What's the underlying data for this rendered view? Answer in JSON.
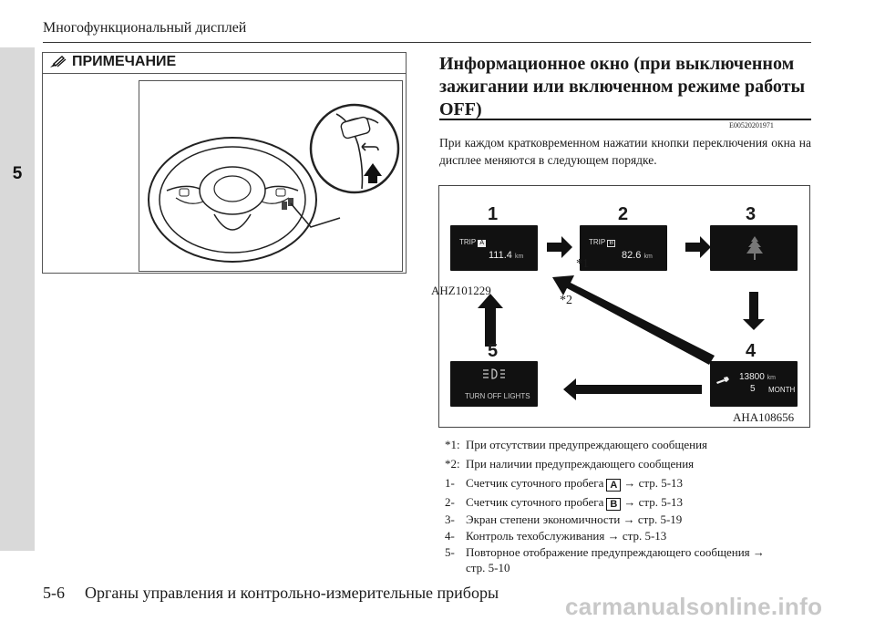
{
  "header": {
    "title": "Многофункциональный дисплей"
  },
  "chapter_tab": {
    "number": "5"
  },
  "note": {
    "heading": "ПРИМЕЧАНИЕ",
    "image_code": "AHZ101229"
  },
  "section": {
    "title": "Информационное окно (при выключенном зажигании или включенном режиме работы OFF)",
    "code": "E00520201971",
    "intro": "При каждом кратковременном нажатии кнопки переключения окна на дисплее меняются в следующем порядке."
  },
  "diagram": {
    "image_code": "AHA108656",
    "screens": [
      {
        "number": "1",
        "trip_label": "TRIP",
        "badge": "A",
        "value": "111.4",
        "unit": "km"
      },
      {
        "number": "2",
        "trip_label": "TRIP",
        "badge": "B",
        "value": "82.6",
        "unit": "km"
      },
      {
        "number": "3"
      },
      {
        "number": "4",
        "odo": "13800",
        "odo_unit": "km",
        "months": "5",
        "months_label": "MONTH"
      },
      {
        "number": "5",
        "warning_text": "TURN OFF LIGHTS"
      }
    ],
    "star1": "*1",
    "star2": "*2"
  },
  "footnotes": [
    {
      "key": "*1:",
      "text": "При отсутствии предупреждающего сообщения"
    },
    {
      "key": "*2:",
      "text": "При наличии предупреждающего сообщения"
    },
    {
      "key": "1-",
      "pre": "Счетчик суточного пробега",
      "box": "A",
      "post": "→ стр. 5-13"
    },
    {
      "key": "2-",
      "pre": "Счетчик суточного пробега",
      "box": "B",
      "post": "→ стр. 5-13"
    },
    {
      "key": "3-",
      "text": "Экран степени экономичности → стр. 5-19"
    },
    {
      "key": "4-",
      "text": "Контроль техобслуживания → стр. 5-13"
    },
    {
      "key": "5-",
      "text": "Повторное отображение предупреждающего сообщения →"
    },
    {
      "key": "",
      "text": "стр. 5-10"
    }
  ],
  "footer": {
    "page": "5-6",
    "section": "Органы управления и контрольно-измерительные приборы"
  },
  "watermark": "carmanualsonline.info"
}
